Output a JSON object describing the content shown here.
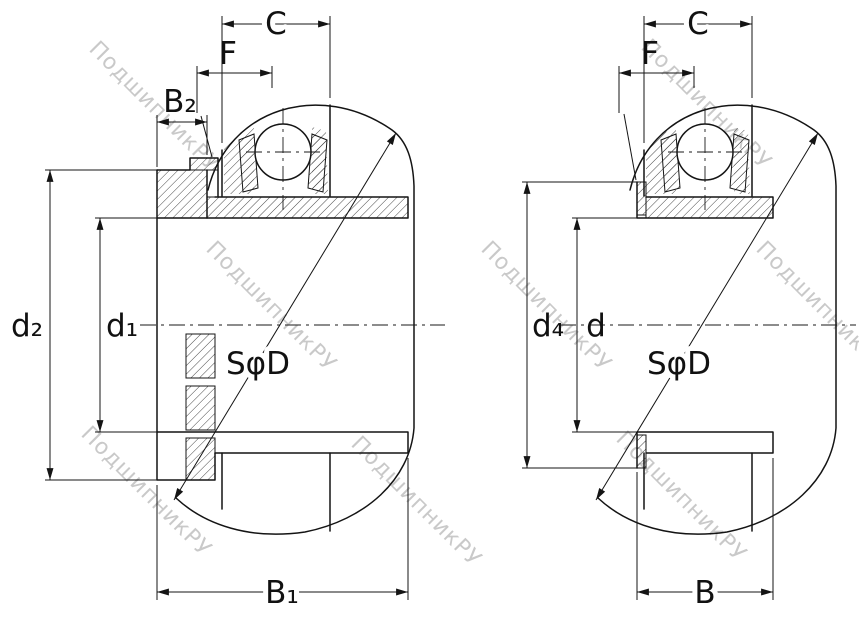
{
  "colors": {
    "line": "#141414",
    "watermark": "#c9c9c9",
    "background": "#ffffff"
  },
  "watermark": {
    "text": "ПодшипникРУ"
  },
  "left_view": {
    "labels": {
      "c": "C",
      "f": "F",
      "b2": "B₂",
      "d2": "d₂",
      "d1": "d₁",
      "sphere_dia": "SφD",
      "b1": "B₁"
    }
  },
  "right_view": {
    "labels": {
      "c": "C",
      "f": "F",
      "d4": "d₄",
      "d": "d",
      "sphere_dia": "SφD",
      "b": "B"
    }
  }
}
